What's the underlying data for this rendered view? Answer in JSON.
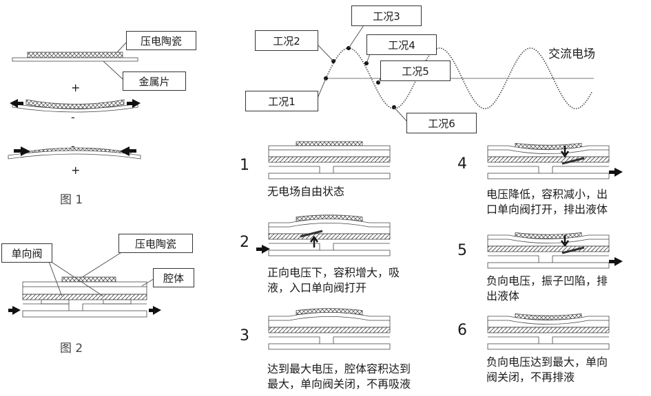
{
  "figure1": {
    "label": "图 1",
    "piezo_label": "压电陶瓷",
    "metal_label": "金属片",
    "bend_up": {
      "top_sign": "+",
      "bottom_sign": "-"
    },
    "bend_down": {
      "top_sign": "-",
      "bottom_sign": "+"
    }
  },
  "figure2": {
    "label": "图 2",
    "valve_label": "单向阀",
    "piezo_label": "压电陶瓷",
    "cavity_label": "腔体"
  },
  "wave": {
    "field_label": "交流电场",
    "conditions": [
      "工况1",
      "工况2",
      "工况3",
      "工况4",
      "工况5",
      "工况6"
    ]
  },
  "steps": [
    {
      "num": "1",
      "line1": "无电场自由状态",
      "line2": ""
    },
    {
      "num": "2",
      "line1": "正向电压下，容积增大，吸",
      "line2": "液，入口单向阀打开"
    },
    {
      "num": "3",
      "line1": "达到最大电压，腔体容积达到",
      "line2": "最大，单向阀关闭，不再吸液"
    },
    {
      "num": "4",
      "line1": "电压降低，容积减小，出",
      "line2": "口单向阀打开，排出液体"
    },
    {
      "num": "5",
      "line1": "负向电压，振子凹陷，排",
      "line2": "出液体"
    },
    {
      "num": "6",
      "line1": "负向电压达到最大，单向",
      "line2": "阀关闭，不再排液"
    }
  ]
}
